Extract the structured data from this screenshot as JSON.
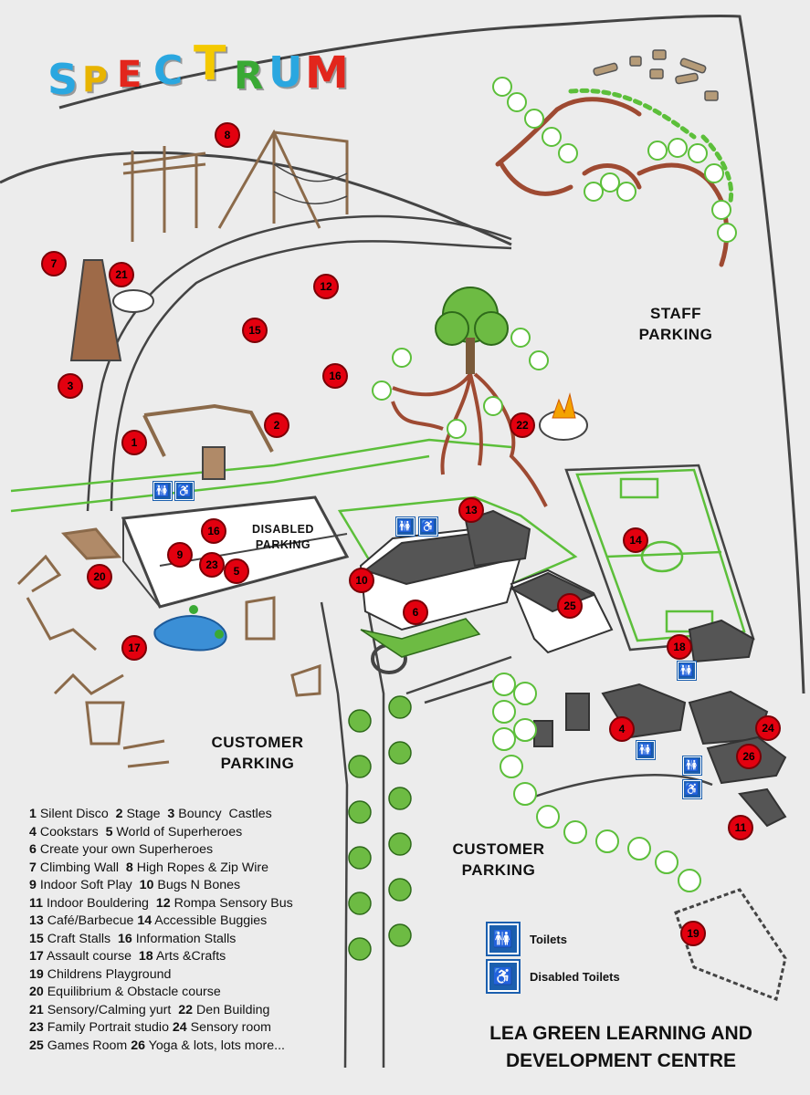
{
  "logo": {
    "letters": [
      {
        "char": "S",
        "color": "#2aa7e0"
      },
      {
        "char": "P",
        "color": "#e8b400"
      },
      {
        "char": "E",
        "color": "#e2261c"
      },
      {
        "char": "C",
        "color": "#2aa7e0"
      },
      {
        "char": "T",
        "color": "#f4c900"
      },
      {
        "char": "R",
        "color": "#3aa935"
      },
      {
        "char": "U",
        "color": "#2aa7e0"
      },
      {
        "char": "M",
        "color": "#e2261c"
      }
    ]
  },
  "markers": [
    {
      "num": "1"
    },
    {
      "num": "2"
    },
    {
      "num": "3"
    },
    {
      "num": "4"
    },
    {
      "num": "5"
    },
    {
      "num": "6"
    },
    {
      "num": "7"
    },
    {
      "num": "8"
    },
    {
      "num": "9"
    },
    {
      "num": "10"
    },
    {
      "num": "11"
    },
    {
      "num": "12"
    },
    {
      "num": "13"
    },
    {
      "num": "14"
    },
    {
      "num": "15"
    },
    {
      "num": "16"
    },
    {
      "num": "16"
    },
    {
      "num": "17"
    },
    {
      "num": "18"
    },
    {
      "num": "19"
    },
    {
      "num": "20"
    },
    {
      "num": "21"
    },
    {
      "num": "22"
    },
    {
      "num": "23"
    },
    {
      "num": "24"
    },
    {
      "num": "25"
    },
    {
      "num": "26"
    }
  ],
  "areas": {
    "staff_parking": [
      "STAFF",
      "PARKING"
    ],
    "disabled_parking": [
      "DISABLED",
      "PARKING"
    ],
    "customer_parking_1": [
      "CUSTOMER",
      "PARKING"
    ],
    "customer_parking_2": [
      "CUSTOMER",
      "PARKING"
    ]
  },
  "key": [
    [
      {
        "n": "1",
        "t": " Silent Disco  "
      },
      {
        "n": "2",
        "t": " Stage  "
      },
      {
        "n": "3",
        "t": " Bouncy  Castles"
      }
    ],
    [
      {
        "n": "4",
        "t": " Cookstars  "
      },
      {
        "n": "5",
        "t": " World of Superheroes"
      }
    ],
    [
      {
        "n": "6",
        "t": " Create your own Superheroes"
      }
    ],
    [
      {
        "n": "7",
        "t": " Climbing Wall  "
      },
      {
        "n": "8",
        "t": " High Ropes & Zip Wire"
      }
    ],
    [
      {
        "n": "9",
        "t": " Indoor Soft Play  "
      },
      {
        "n": "10",
        "t": " Bugs N Bones"
      }
    ],
    [
      {
        "n": "11",
        "t": " Indoor Bouldering  "
      },
      {
        "n": "12",
        "t": " Rompa Sensory Bus"
      }
    ],
    [
      {
        "n": "13",
        "t": " Café/Barbecue "
      },
      {
        "n": "14",
        "t": " Accessible Buggies"
      }
    ],
    [
      {
        "n": "15",
        "t": " Craft Stalls  "
      },
      {
        "n": "16",
        "t": " Information Stalls"
      }
    ],
    [
      {
        "n": "17",
        "t": " Assault course  "
      },
      {
        "n": "18",
        "t": " Arts &Crafts"
      }
    ],
    [
      {
        "n": "19",
        "t": " Childrens Playground"
      }
    ],
    [
      {
        "n": "20",
        "t": " Equilibrium & Obstacle course"
      }
    ],
    [
      {
        "n": "21",
        "t": " Sensory/Calming yurt  "
      },
      {
        "n": "22",
        "t": " Den Building"
      }
    ],
    [
      {
        "n": "23",
        "t": " Family Portrait studio "
      },
      {
        "n": "24",
        "t": " Sensory room"
      }
    ],
    [
      {
        "n": "25",
        "t": " Games Room "
      },
      {
        "n": "26",
        "t": " Yoga & lots, lots more..."
      }
    ]
  ],
  "legend": {
    "toilets": {
      "label": "Toilets",
      "icon": "toilets-icon"
    },
    "disabled_toilets": {
      "label": "Disabled Toilets",
      "icon": "wheelchair-icon"
    }
  },
  "centre_name": [
    "LEA GREEN LEARNING AND",
    "DEVELOPMENT CENTRE"
  ],
  "colors": {
    "marker": "#e3000f",
    "toilet_icon": "#1b5fae",
    "grass_outline": "#5cbf3a",
    "timber": "#8b6a4a",
    "trail": "#9e4a32"
  }
}
